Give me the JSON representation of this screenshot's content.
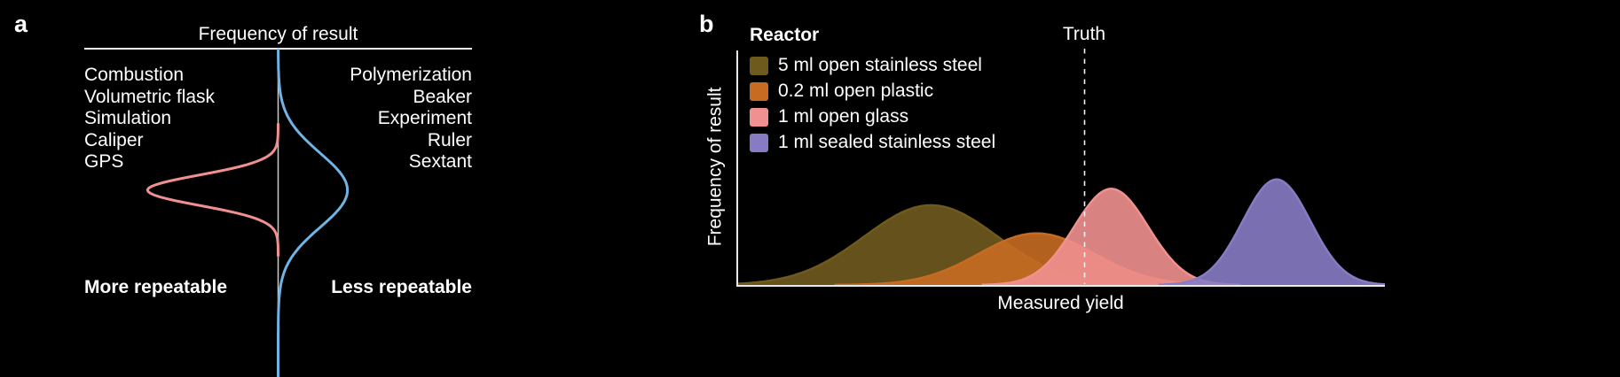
{
  "figure": {
    "background": "#000000",
    "text_color": "#ffffff"
  },
  "panel_a": {
    "label": "a",
    "axis_title": "Frequency of result",
    "left_items": [
      "Combustion",
      "Volumetric flask",
      "Simulation",
      "Caliper",
      "GPS"
    ],
    "right_items": [
      "Polymerization",
      "Beaker",
      "Experiment",
      "Ruler",
      "Sextant"
    ],
    "left_caption": "More repeatable",
    "right_caption": "Less repeatable"
  },
  "panel_b": {
    "label": "b",
    "legend_title": "Reactor",
    "legend": [
      {
        "label": "5 ml open stainless steel",
        "color": "#6f5a1e"
      },
      {
        "label": "0.2 ml open plastic",
        "color": "#c76b22"
      },
      {
        "label": "1 ml open glass",
        "color": "#f09090"
      },
      {
        "label": "1 ml sealed stainless steel",
        "color": "#877bc4"
      }
    ],
    "truth_label": "Truth",
    "xlabel": "Measured yield",
    "ylabel": "Frequency of result"
  },
  "chart_data": [
    {
      "type": "area",
      "panel": "a",
      "title": "Frequency of result",
      "description": "Two distribution curves drawn along a shared vertical axis: a narrow pink curve bulging left (more repeatable methods) and a wide blue curve bulging right (less repeatable methods). Units are conceptual; center, sd and range are fractions of the vertical axis length, peak is the bump amplitude as a fraction of panel width.",
      "axis_orientation": "vertical",
      "series": [
        {
          "name": "More repeatable",
          "color": "#f09090",
          "side": "left",
          "center": 0.431,
          "sd": 0.046,
          "peak": 0.23,
          "range": [
            0.23,
            0.63
          ]
        },
        {
          "name": "Less repeatable",
          "color": "#6fb4e4",
          "side": "right",
          "center": 0.431,
          "sd": 0.113,
          "peak": 0.122,
          "range": [
            0,
            1
          ]
        }
      ]
    },
    {
      "type": "area",
      "panel": "b",
      "xlabel": "Measured yield",
      "ylabel": "Frequency of result",
      "x_range_normalized": [
        0,
        1
      ],
      "grid": false,
      "legend_position": "top-left",
      "truth_x": 0.537,
      "series": [
        {
          "name": "5 ml open stainless steel",
          "color": "#6f5a1e",
          "mean": 0.3,
          "sd": 0.103,
          "peak": 0.34
        },
        {
          "name": "0.2 ml open plastic",
          "color": "#c76b22",
          "mean": 0.463,
          "sd": 0.089,
          "peak": 0.22
        },
        {
          "name": "1 ml open glass",
          "color": "#f09090",
          "mean": 0.578,
          "sd": 0.057,
          "peak": 0.41
        },
        {
          "name": "1 ml sealed stainless steel",
          "color": "#877bc4",
          "mean": 0.833,
          "sd": 0.052,
          "peak": 0.45
        }
      ]
    }
  ]
}
